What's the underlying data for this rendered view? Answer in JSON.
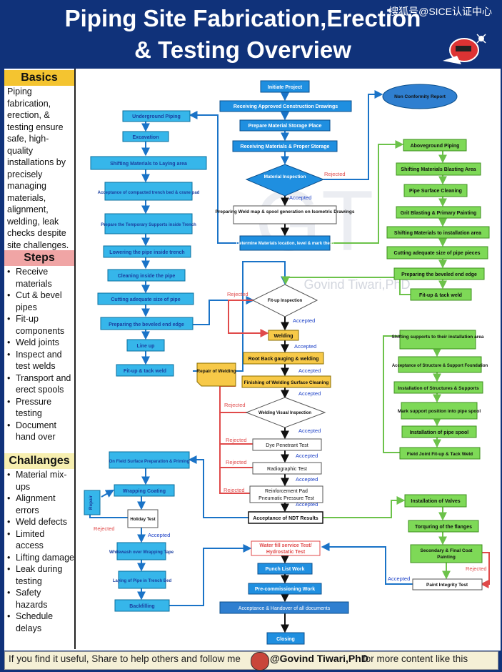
{
  "header": {
    "title_line1": "Piping Site Fabrication,Erection",
    "title_line2": "& Testing Overview",
    "watermark": "搜狐号@SICE认证中心"
  },
  "basics": {
    "heading": "Basics",
    "text": "Piping fabrication, erection, & testing ensure safe, high-quality installations by precisely managing materials, alignment, welding, leak checks despite site challenges."
  },
  "steps": {
    "heading": "Steps",
    "items": [
      "Receive materials",
      "Cut & bevel pipes",
      "Fit-up components",
      "Weld joints",
      "Inspect and test welds",
      "Transport and erect spools",
      "Pressure testing",
      "Document hand over"
    ]
  },
  "challenges": {
    "heading": "Challanges",
    "items": [
      "Material mix-ups",
      "Alignment errors",
      "Weld defects",
      "Limited access",
      "Lifting damage",
      "Leak during testing",
      "Safety hazards",
      "Schedule delays"
    ]
  },
  "footer": {
    "left": "If you find it useful, Share to help others and follow me",
    "name": "@Govind Tiwari,PhD",
    "right": "for more content like this"
  },
  "diagram": {
    "watermark": "Govind Tiwari,PhD",
    "center": {
      "initiate": "Initiate Project",
      "receiving_drawings": "Receiving Approved Construction Drawings",
      "storage_place": "Prepare Material Storage Place",
      "receiving_materials": "Receiving Materials & Proper Storage",
      "material_inspection": "Material Inspection",
      "rejected_mi": "Rejected",
      "accepted_mi": "Accepted",
      "weld_map": "Preparing Weld map & spool generation on Isometric Drawings",
      "determine": "Determine Materials location, level & mark them",
      "ncr": "Non Conformity Report",
      "fitup_inspection": "Fit-up Inspection",
      "rejected_fi": "Rejected",
      "accepted_fi": "Accepted",
      "welding": "Welding",
      "accepted_w": "Accepted",
      "root_back": "Root Back gauging & welding",
      "accepted_rb": "Accepted",
      "finishing": "Finishing of Welding Surface Cleaning",
      "accepted_f": "Accepted",
      "repair": "Repair of Welding",
      "weld_visual": "Welding Visual Inspection",
      "rejected_wv": "Rejected",
      "accepted_wv": "Accepted",
      "dye": "Dye Penetrant Test",
      "rejected_dp": "Rejected",
      "accepted_dp": "Accepted",
      "radio": "Radiographic Test",
      "rejected_rt": "Rejected",
      "accepted_rt": "Accepted",
      "reinforcement_1": "Reinforcement Pad",
      "reinforcement_2": "Pneumatic Pressure Test",
      "rejected_rp": "Rejected",
      "accepted_rp": "Accepted",
      "acceptance_ndt": "Acceptance of NDT Results",
      "water_fill_1": "Water fill service Test/",
      "water_fill_2": "Hydrostatic Test",
      "punch": "Punch List Work",
      "precomm": "Pre-commissioning Work",
      "handover": "Acceptance & Handover of all documents",
      "closing": "Closing"
    },
    "left": {
      "underground": "Underground Piping",
      "excavation": "Excavation",
      "shifting_laying": "Shifting Materials to Laying area",
      "acceptance_trench": "Acceptance of compacted trench bed & crane pad",
      "prepare_supports": "Prepare the Temporary Supports inside Trench",
      "lowering": "Lowering the pipe inside trench",
      "cleaning": "Cleaning inside the pipe",
      "cutting": "Cutting adequate size of pipe",
      "beveled": "Preparing the beveled end edge",
      "line_up": "Line up",
      "fitup_tack": "Fit-up & tack weld",
      "field_surface": "On Field Surface Preparation & Priming",
      "wrapping": "Wrapping Coating",
      "repair_v": "Repair",
      "holiday": "Holiday Test",
      "rejected_h": "Rejected",
      "accepted_h": "Accepted",
      "whitewash": "Whitewash over Wrapping Tape",
      "laying": "Laying of Pipe in Trench Bed",
      "backfilling": "Backfilling"
    },
    "right": {
      "aboveground": "Aboveground Piping",
      "blasting_area": "Shifting Materials Blasting Area",
      "surface_cleaning": "Pipe Surface Cleaning",
      "grit": "Grit Blasting & Primary Painting",
      "shifting_install": "Shifting Materials to installation area",
      "cutting_pieces": "Cutting adequate size of pipe pieces",
      "beveled_r": "Preparing the beveled end edge",
      "fitup_r": "Fit-up & tack weld",
      "shifting_supports": "Shifting supports to their installation area",
      "acceptance_structure": "Acceptance of Structure & Support Foundation",
      "install_structures": "Installation of Structures & Supports",
      "mark_support": "Mark support position into pipe spool",
      "install_spool": "Installation of pipe spool",
      "field_joint": "Field Joint Fit-up & Tack Weld",
      "valves": "Installation of Valves",
      "torquing": "Torquring of the flanges",
      "secondary_1": "Secondary & Final Coat",
      "secondary_2": "Painting",
      "rejected_p": "Rejected",
      "accepted_p": "Accepted",
      "paint_integrity": "Paint Integrity Test"
    }
  }
}
